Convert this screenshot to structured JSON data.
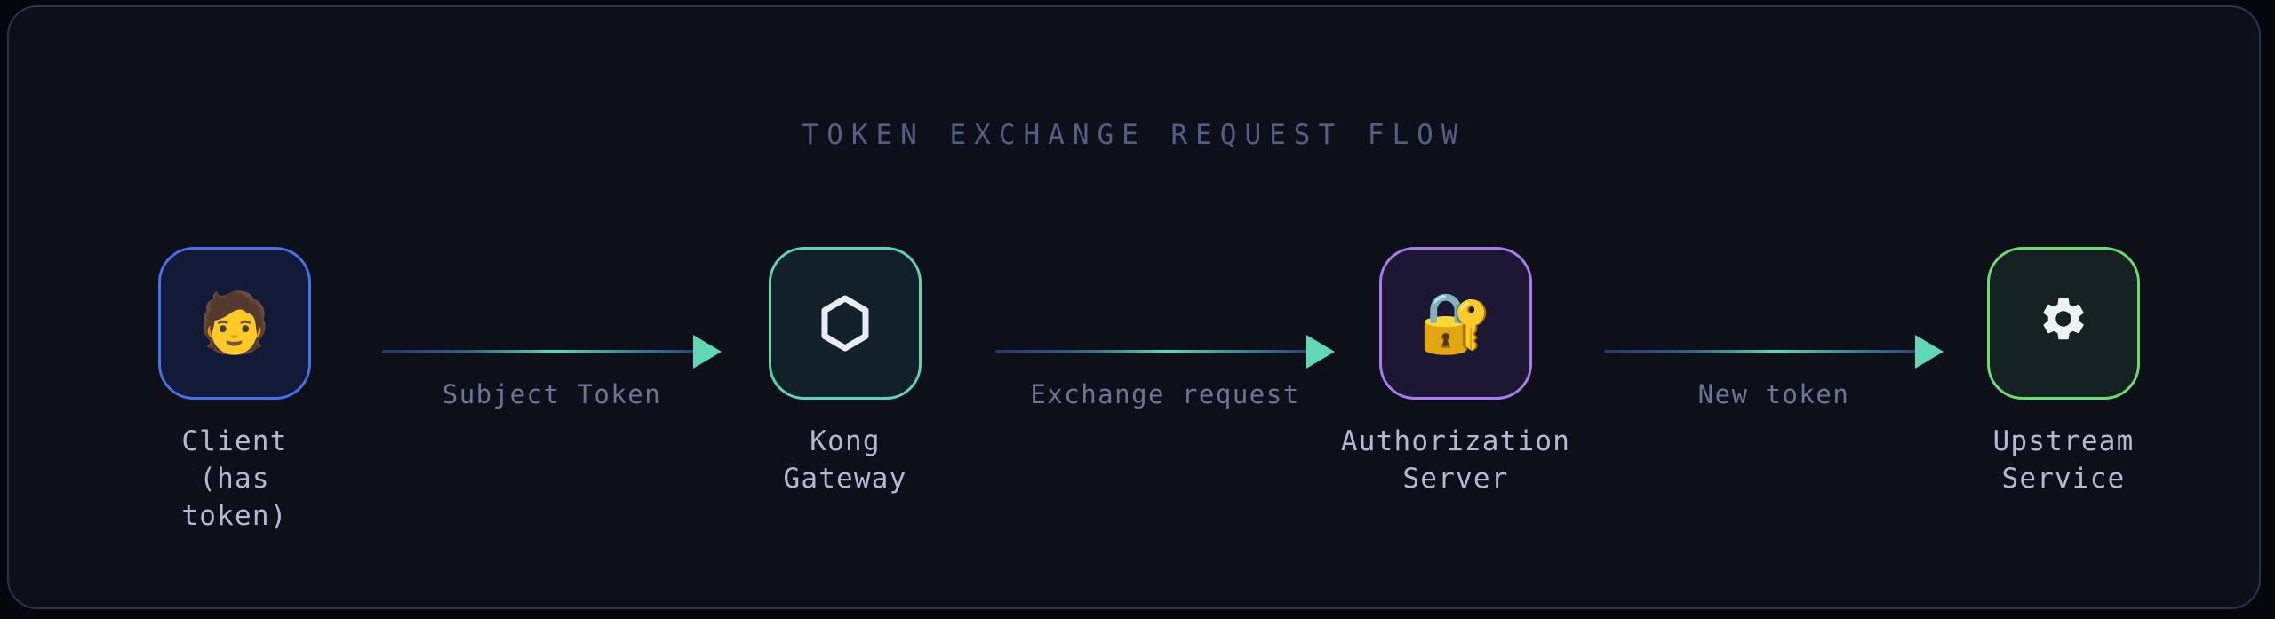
{
  "diagram": {
    "title": "TOKEN EXCHANGE REQUEST FLOW",
    "type": "flow",
    "colors": {
      "page_background": "#06070c",
      "panel_background": "#0e1019",
      "panel_border": "#2e3150",
      "title_text": "#565d85",
      "node_label_text": "#b3b8d4",
      "edge_label_text": "#6e7495",
      "arrow_accent": "#62d7b5",
      "client_accent": "#4a6fe8",
      "kong_accent": "#5fd4b4",
      "auth_accent": "#a87cf0",
      "upstream_accent": "#6ddb70"
    },
    "nodes": [
      {
        "id": "client",
        "icon": "person-emoji",
        "glyph": "🧑",
        "label": "Client\n(has token)",
        "accent": "#4a6fe8"
      },
      {
        "id": "kong-gateway",
        "icon": "hexagon-icon",
        "glyph": "",
        "label": "Kong\nGateway",
        "accent": "#5fd4b4"
      },
      {
        "id": "authorization-server",
        "icon": "lock-with-key-emoji",
        "glyph": "🔐",
        "label": "Authorization\nServer",
        "accent": "#a87cf0"
      },
      {
        "id": "upstream-service",
        "icon": "gear-icon",
        "glyph": "⚙",
        "label": "Upstream\nService",
        "accent": "#6ddb70"
      }
    ],
    "edges": [
      {
        "id": "edge-1",
        "from": "client",
        "to": "kong-gateway",
        "label": "Subject Token"
      },
      {
        "id": "edge-2",
        "from": "kong-gateway",
        "to": "authorization-server",
        "label": "Exchange request"
      },
      {
        "id": "edge-3",
        "from": "authorization-server",
        "to": "upstream-service",
        "label": "New token"
      }
    ]
  }
}
